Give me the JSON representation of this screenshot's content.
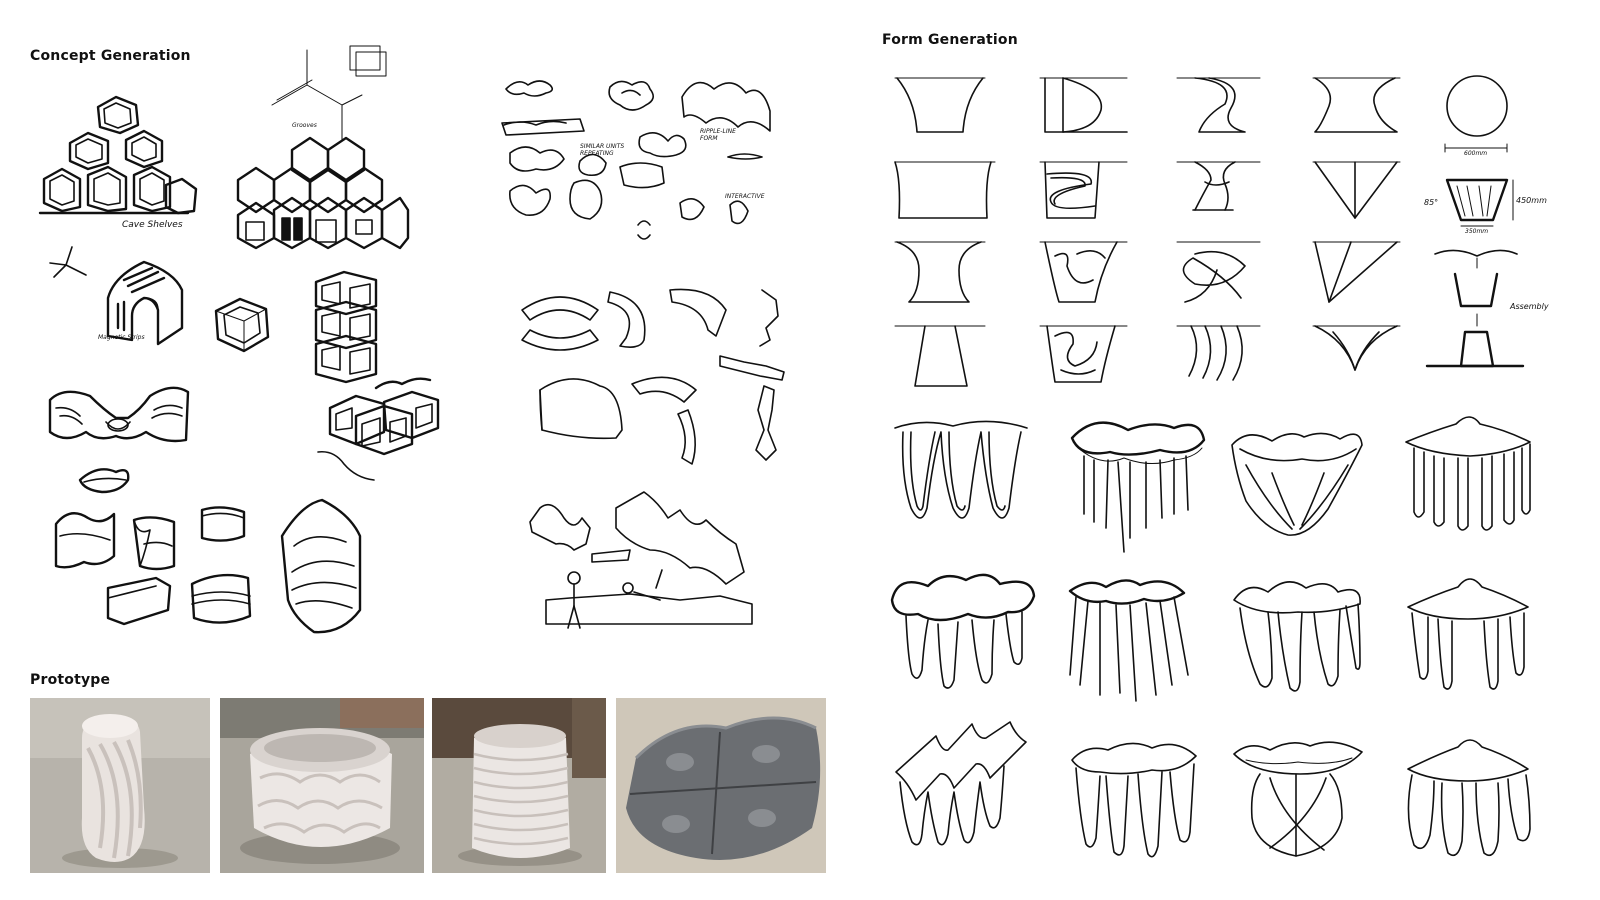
{
  "sections": {
    "concept_generation": "Concept Generation",
    "form_generation": "Form Generation",
    "prototype": "Prototype"
  },
  "sketch_notes": {
    "grooves": "Grooves",
    "cave_shelves": "Cave Shelves",
    "magnetic_strips": "Magnetic Strips",
    "similar_units": "SIMILAR UNITS REPEATING",
    "ripple_line": "RIPPLE-LINE FORM",
    "interactive": "INTERACTIVE",
    "diameter": "600mm",
    "height": "450mm",
    "angle": "85°",
    "base_width": "350mm",
    "assembly": "Assembly"
  },
  "colors": {
    "ink": "#111111",
    "clay_white": "#e9e3df",
    "clay_grey": "#6b6e72",
    "table_grey": "#bdbab3"
  }
}
